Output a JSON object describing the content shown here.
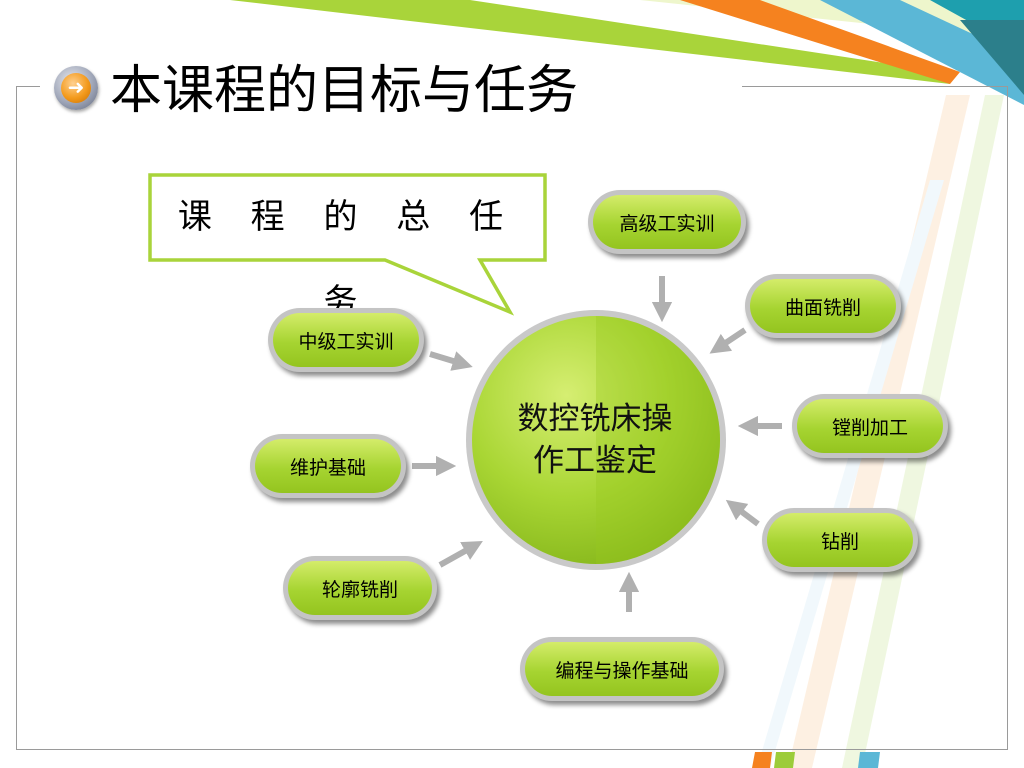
{
  "title": "本课程的目标与任务",
  "callout": "课 程 的 总 任 务",
  "center": {
    "line1": "数控铣床操",
    "line2": "作工鉴定"
  },
  "nodes": {
    "senior_training": "高级工实训",
    "surface_milling": "曲面铣削",
    "intermediate_training": "中级工实训",
    "boring": "镗削加工",
    "maintenance": "维护基础",
    "drilling": "钻削",
    "contour_milling": "轮廓铣削",
    "programming": "编程与操作基础"
  },
  "colors": {
    "accent_green": "#a6d431",
    "banner_orange": "#f5821f",
    "banner_blue": "#5bb7d6",
    "arrow_gray": "#b0b0b0"
  }
}
